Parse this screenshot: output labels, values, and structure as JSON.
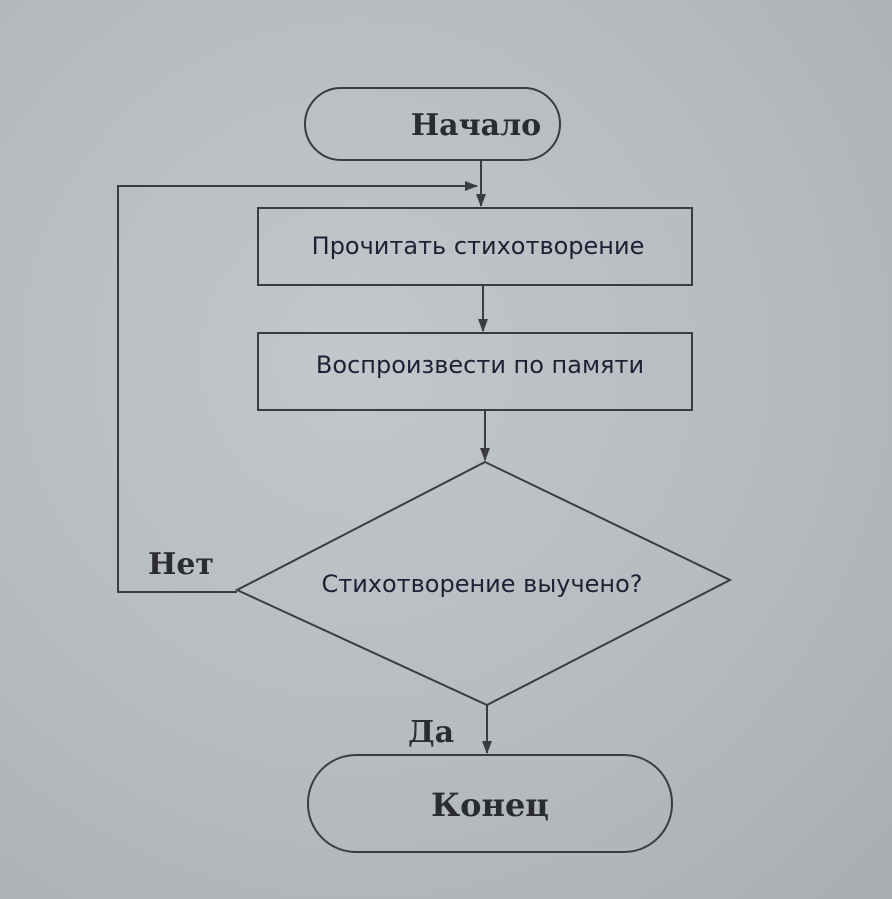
{
  "flowchart": {
    "start": "Начало",
    "step1": "Прочитать стихотворение",
    "step2": "Воспроизвести по памяти",
    "decision": "Стихотворение выучено?",
    "no_label": "Нет",
    "yes_label": "Да",
    "end": "Конец"
  },
  "colors": {
    "background": "#b7bbbf",
    "stroke": "#3a3c40",
    "inserted_text": "#1c2236"
  }
}
